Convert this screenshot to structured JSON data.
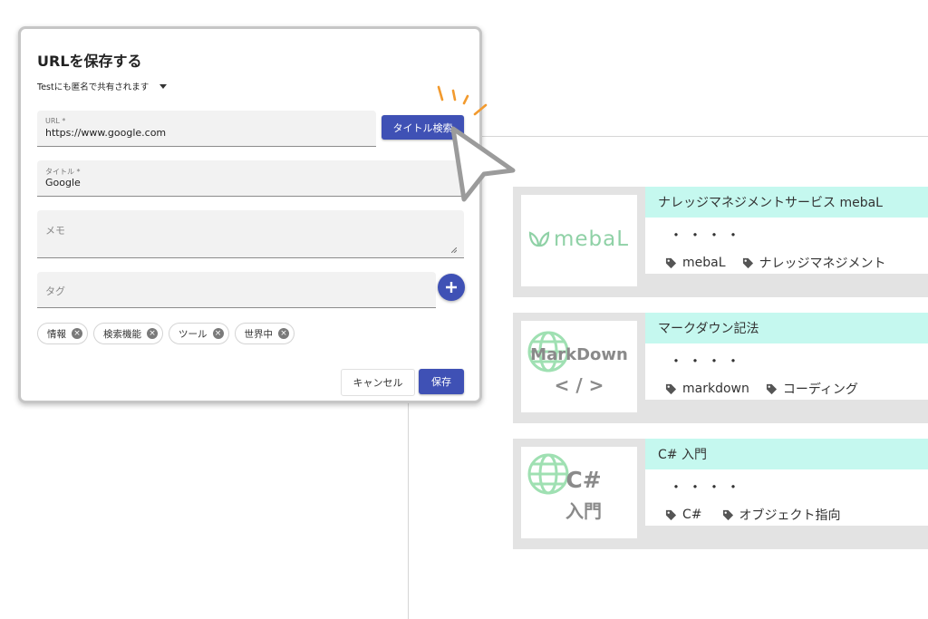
{
  "dialog": {
    "title": "URLを保存する",
    "share_text": "Testにも匿名で共有されます",
    "url_label": "URL *",
    "url_value": "https://www.google.com",
    "title_search_button": "タイトル検索",
    "title_label": "タイトル *",
    "title_value": "Google",
    "memo_placeholder": "メモ",
    "tag_placeholder": "タグ",
    "chips": [
      "情報",
      "検索機能",
      "ツール",
      "世界中"
    ],
    "cancel_button": "キャンセル",
    "save_button": "保存"
  },
  "cards": [
    {
      "title": "ナレッジマネジメントサービス mebaL",
      "dots": "・・・・",
      "thumb_text": "mebaL",
      "tags": [
        "mebaL",
        "ナレッジマネジメント"
      ]
    },
    {
      "title": "マークダウン記法",
      "dots": "・・・・",
      "thumb_line1": "MarkDown",
      "thumb_line2": "< / >",
      "tags": [
        "markdown",
        "コーディング"
      ]
    },
    {
      "title": "C# 入門",
      "dots": "・・・・",
      "thumb_line1": "C#",
      "thumb_line2": "入門",
      "tags": [
        "C#",
        "オブジェクト指向"
      ]
    }
  ],
  "colors": {
    "primary": "#3f51b5",
    "card_header": "#c5f8ef",
    "card_bg": "#e3e3e3",
    "accent_green": "#8fd1a6",
    "spark_orange": "#f29a2e"
  }
}
